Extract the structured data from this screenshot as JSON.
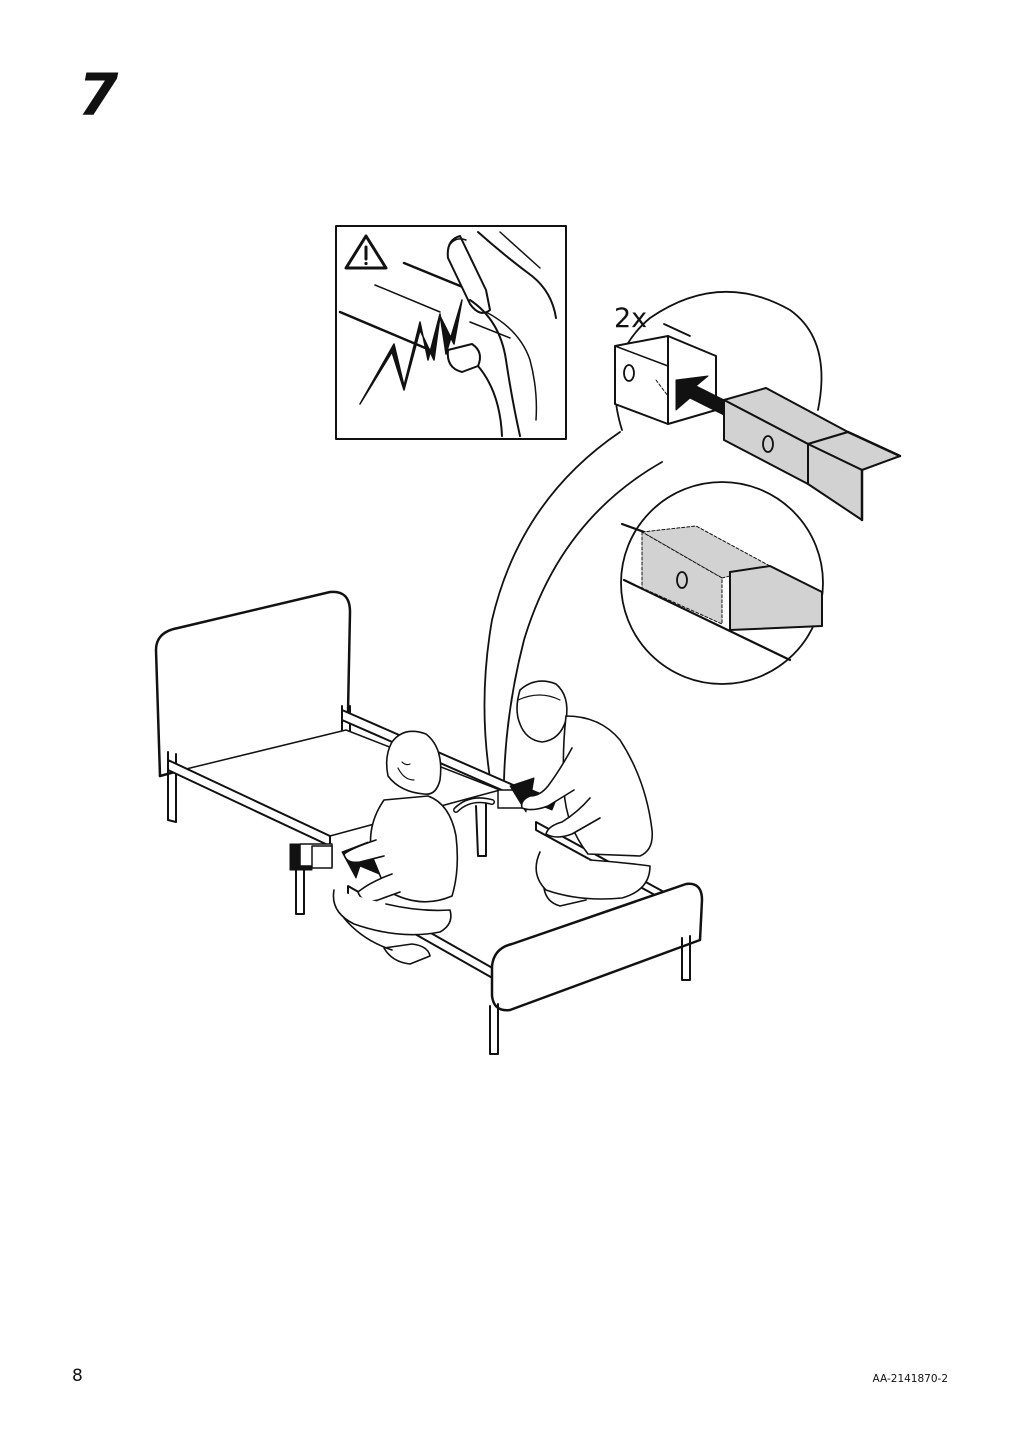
{
  "step": {
    "number": "7"
  },
  "detail": {
    "quantity_label": "2x"
  },
  "footer": {
    "page_number": "8",
    "document_code": "AA-2141870-2"
  },
  "icons": {
    "warning": "warning-triangle-icon",
    "arrow": "push-arrow-icon"
  },
  "colors": {
    "line": "#111111",
    "fill_grey": "#d2d2d2",
    "background": "#ffffff"
  }
}
